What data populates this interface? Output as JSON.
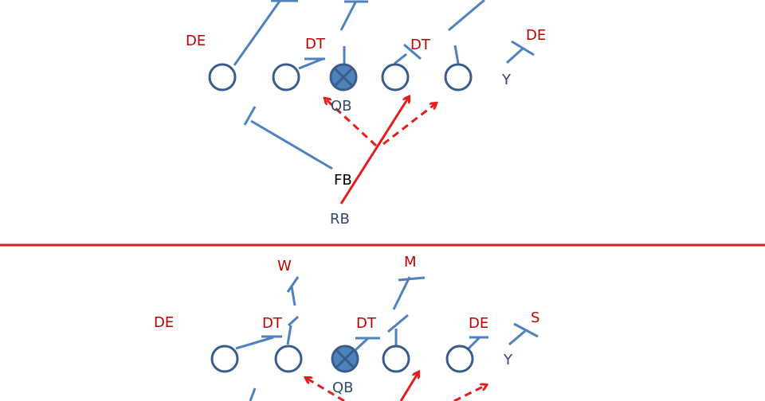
{
  "colors": {
    "defense_label": "#C00000",
    "offense_label": "#2F4A6B",
    "blocking_line": "#4F81BD",
    "player_outline": "#385D8A",
    "run_path": "#E31E1E",
    "divider": "#D21F1F"
  },
  "top_play": {
    "defense": {
      "de_left": "DE",
      "dt_left": "DT",
      "dt_right": "DT",
      "de_right": "DE"
    },
    "offense": {
      "qb": "QB",
      "fb": "FB",
      "rb": "RB",
      "y": "Y"
    }
  },
  "bottom_play": {
    "defense": {
      "de_left": "DE",
      "dt_left": "DT",
      "dt_right": "DT",
      "de_right": "DE",
      "w": "W",
      "m": "M",
      "s": "S"
    },
    "offense": {
      "qb": "QB",
      "y": "Y"
    }
  },
  "icons": {
    "offensive_lineman": "circle-outline",
    "quarterback": "circle-x-filled",
    "block": "t-bar-line",
    "run_path": "red-arrow",
    "option_path": "red-dashed-arrow"
  }
}
